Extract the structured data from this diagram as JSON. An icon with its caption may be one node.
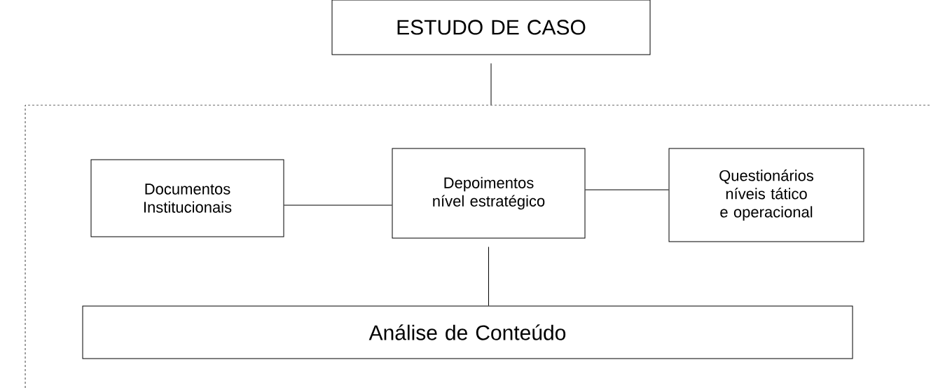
{
  "diagram": {
    "nodes": [
      {
        "text": [
          "ESTUDO DE CASO"
        ]
      },
      {
        "text": [],
        "shape": "box"
      },
      {
        "text": [
          "Documentos Institucionais"
        ],
        "in": 1
      },
      {
        "text": [
          "Depoimentos nível estratégico"
        ],
        "in": 1
      },
      {
        "text": [
          "Questionários níveis tático e operacional"
        ],
        "in": 1
      },
      {
        "text": [
          "Análise de Conteúdo"
        ],
        "in": 1
      }
    ],
    "edges": [
      {
        "from": 0,
        "to": 1,
        "arrow": "none"
      },
      {
        "from": 2,
        "to": 3,
        "arrow": "none"
      },
      {
        "from": 3,
        "to": 4,
        "arrow": "none"
      },
      {
        "from": 3,
        "to": 5,
        "arrow": "none"
      }
    ]
  }
}
